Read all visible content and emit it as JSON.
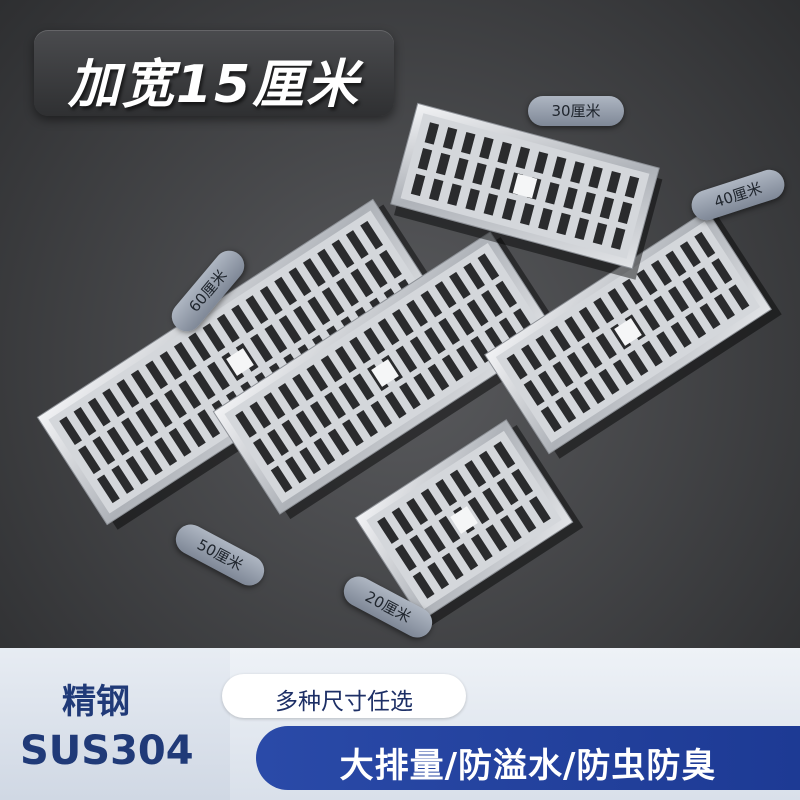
{
  "headline": "加宽15厘米",
  "size_tags": {
    "s30": "30厘米",
    "s40": "40厘米",
    "s60": "60厘米",
    "s50": "50厘米",
    "s20": "20厘米"
  },
  "bottom_banner": {
    "material": "精钢",
    "grade": "SUS304",
    "sizes_note": "多种尺寸任选",
    "features": "大排量/防溢水/防虫防臭"
  },
  "colors": {
    "background": "#3a3b3d",
    "steel": "#c9ccd1",
    "accent_blue": "#203a78",
    "feature_bar": "#1d3a94"
  }
}
